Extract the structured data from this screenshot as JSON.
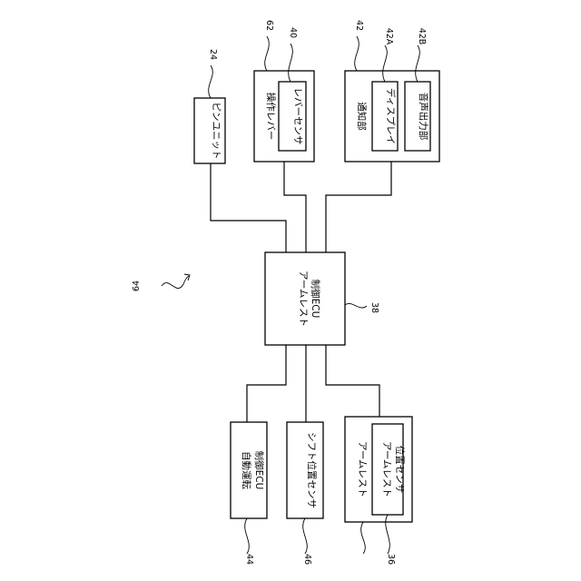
{
  "figure_ref": "64",
  "central_unit": {
    "lines": [
      "アームレスト",
      "制御ECU"
    ],
    "ref": "38"
  },
  "upper_units": [
    {
      "key": "pin_unit",
      "lines": [
        "ピンユニット"
      ],
      "ref": "24"
    },
    {
      "key": "operation_lever",
      "lines": [
        "操作レバー"
      ],
      "ref": "62",
      "inner": {
        "lines": [
          "レバーセンサ"
        ],
        "ref": "40"
      }
    },
    {
      "key": "notification",
      "lines": [
        "通知部"
      ],
      "ref": "42",
      "inner": [
        {
          "lines": [
            "ディスプレイ"
          ],
          "ref": "42A"
        },
        {
          "lines": [
            "音声出力部"
          ],
          "ref": "42B"
        }
      ]
    }
  ],
  "lower_units": [
    {
      "key": "auto_drive_ecu",
      "lines": [
        "自動運転",
        "制御ECU"
      ],
      "ref": "44"
    },
    {
      "key": "shift_sensor",
      "lines": [
        "シフト位置センサ"
      ],
      "ref": "46"
    },
    {
      "key": "armrest",
      "lines": [
        "アームレスト"
      ],
      "ref": "36",
      "inner": {
        "lines": [
          "アームレスト",
          "位置センサ"
        ]
      }
    }
  ]
}
